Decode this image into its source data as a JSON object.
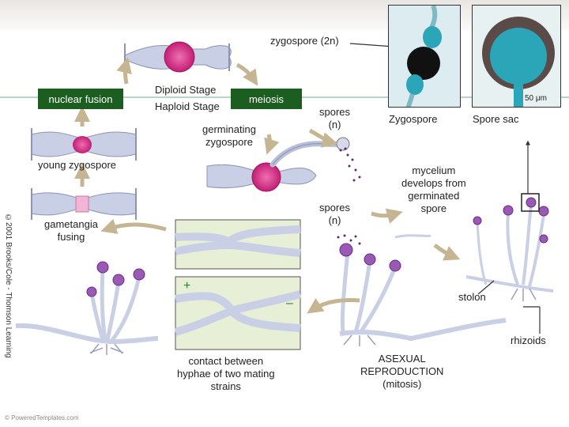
{
  "labels": {
    "zygospore_2n": "zygospore (2n)",
    "nuclear_fusion": "nuclear fusion",
    "diploid_stage": "Diploid Stage",
    "haploid_stage": "Haploid Stage",
    "meiosis": "meiosis",
    "germinating_zygospore": "germinating\nzygospore",
    "young_zygospore": "young zygospore",
    "gametangia_fusing": "gametangia\nfusing",
    "spores_top": "spores\n(n)",
    "spores_mid": "spores\n(n)",
    "zygospore_photo": "Zygospore",
    "spore_sac": "Spore sac",
    "mycelium": "mycelium\ndevelops from\ngerminated\nspore",
    "stolon": "stolon",
    "rhizoids": "rhizoids",
    "contact": "contact between\nhyphae of two mating\nstrains",
    "asexual": "ASEXUAL\nREPRODUCTION\n(mitosis)",
    "scale_bar": "50 μm",
    "plus": "+",
    "minus": "–"
  },
  "credit": "©2001 Brooks/Cole - Thomson Learning",
  "footer": "© PoweredTemplates.com",
  "colors": {
    "box_bg": "#1b5e20",
    "arrow": "#c6b592",
    "zygote_pink": "#d6338a",
    "hypha": "#b9bfd6",
    "sporangium": "#9b59b6",
    "photo_blue": "#2aa6b8"
  }
}
